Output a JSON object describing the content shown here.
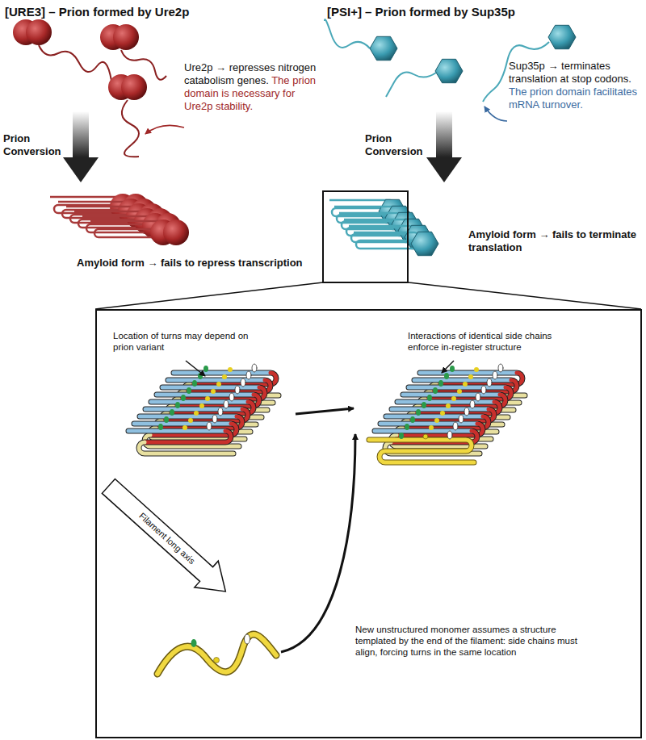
{
  "diagram": {
    "nodes": [
      {
        "text": [
          "Location of turns may depend on prion variant",
          "Filament long axis",
          "Interactions of identical side chains enforce in-register structure",
          "New unstructured monomer assumes a structure templated by the end of the filament: side chains must align, forcing turns in the same location"
        ]
      }
    ],
    "labels": [
      "[URE3] – Prion formed by Ure2p",
      "Ure2p → represses nitrogen catabolism genes.",
      "The prion domain is necessary for Ure2p stability.",
      "Prion Conversion",
      "Amyloid form → fails to repress transcription",
      "[PSI+] – Prion formed by Sup35p",
      "Sup35p → terminates translation at stop codons.",
      "The prion domain facilitates mRNA turnover.",
      "Prion Conversion",
      "Amyloid form → fails to terminate translation"
    ]
  }
}
